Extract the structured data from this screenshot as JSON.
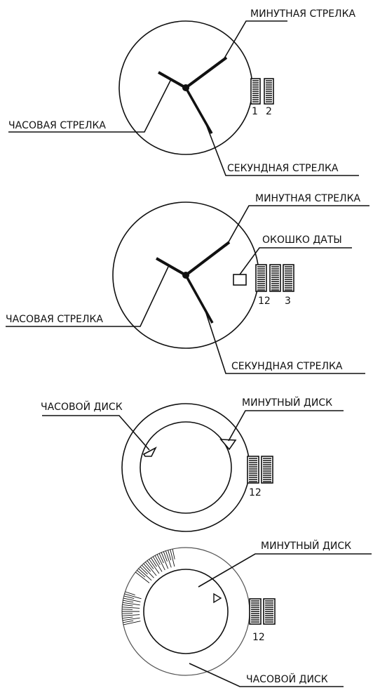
{
  "diagram1": {
    "minute_hand_label": "МИНУТНАЯ СТРЕЛКА",
    "hour_hand_label": "ЧАСОВАЯ СТРЕЛКА",
    "second_hand_label": "СЕКУНДНАЯ СТРЕЛКА",
    "crown_labels": [
      "1",
      "2"
    ]
  },
  "diagram2": {
    "minute_hand_label": "МИНУТНАЯ СТРЕЛКА",
    "date_window_label": "ОКОШКО ДАТЫ",
    "hour_hand_label": "ЧАСОВАЯ СТРЕЛКА",
    "second_hand_label": "СЕКУНДНАЯ СТРЕЛКА",
    "crown_labels": [
      "12",
      "3"
    ]
  },
  "diagram3": {
    "hour_disc_label": "ЧАСОВОЙ ДИСК",
    "minute_disc_label": "МИНУТНЫЙ ДИСК",
    "crown_label": "12"
  },
  "diagram4": {
    "minute_disc_label": "МИНУТНЫЙ ДИСК",
    "hour_disc_label": "ЧАСОВОЙ ДИСК",
    "crown_label": "12"
  }
}
